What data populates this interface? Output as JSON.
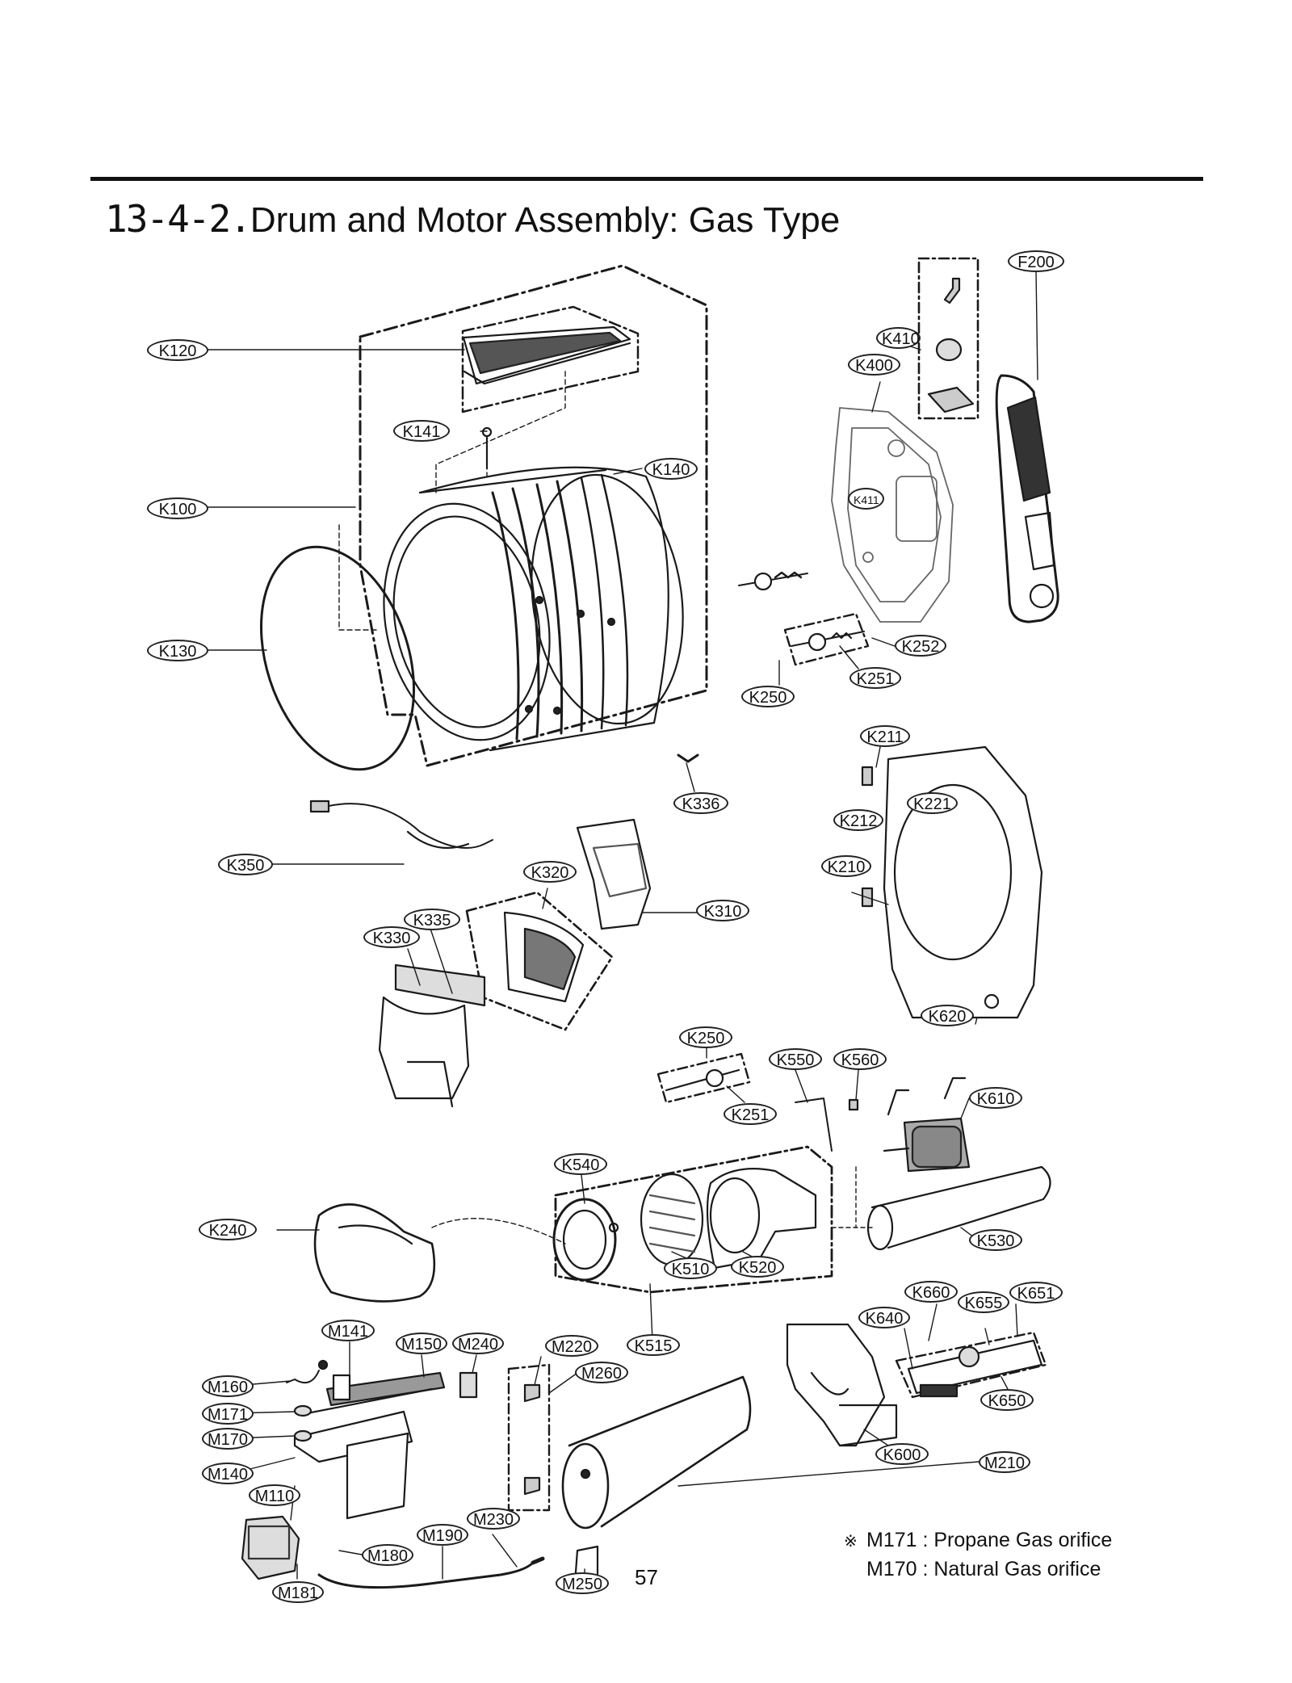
{
  "title": {
    "number": "13-4-2.",
    "text": "Drum and Motor Assembly: Gas Type"
  },
  "callouts": {
    "F200": "F200",
    "K410": "K410",
    "K400": "K400",
    "K120": "K120",
    "K141": "K141",
    "K140": "K140",
    "K411": "K411",
    "K100": "K100",
    "K130": "K130",
    "K252": "K252",
    "K251a": "K251",
    "K250a": "K250",
    "K211": "K211",
    "K336": "K336",
    "K221": "K221",
    "K212": "K212",
    "K350": "K350",
    "K320": "K320",
    "K210": "K210",
    "K310": "K310",
    "K335": "K335",
    "K330": "K330",
    "K620": "K620",
    "K250b": "K250",
    "K550": "K550",
    "K560": "K560",
    "K610": "K610",
    "K251b": "K251",
    "K540": "K540",
    "K240": "K240",
    "K530": "K530",
    "K510": "K510",
    "K520": "K520",
    "K660": "K660",
    "K651": "K651",
    "K655": "K655",
    "K640": "K640",
    "M141": "M141",
    "M150": "M150",
    "M240": "M240",
    "M220": "M220",
    "K515": "K515",
    "M260": "M260",
    "M160": "M160",
    "K650": "K650",
    "M171": "M171",
    "M170": "M170",
    "K600": "K600",
    "M210": "M210",
    "M140": "M140",
    "M110": "M110",
    "M230": "M230",
    "M190": "M190",
    "M180": "M180",
    "M181": "M181",
    "M250": "M250"
  },
  "page_number": "57",
  "note": {
    "mark": "※",
    "line1": "M171 : Propane Gas orifice",
    "line2": "M170 : Natural Gas orifice"
  }
}
